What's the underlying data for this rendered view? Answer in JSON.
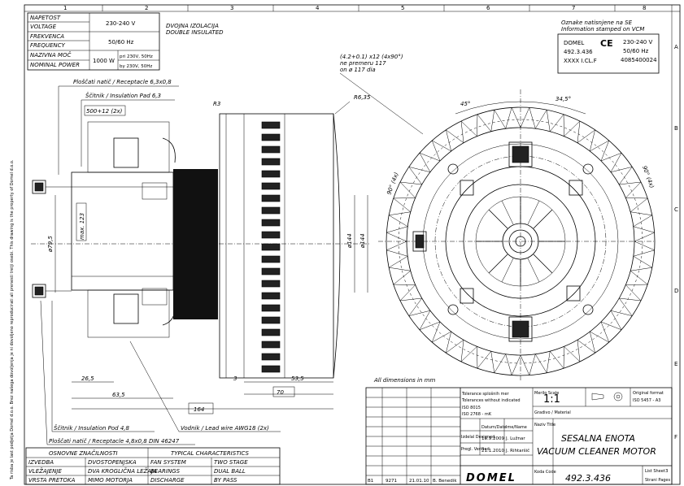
{
  "frame": {
    "columns": [
      "1",
      "2",
      "3",
      "4",
      "5",
      "6",
      "7",
      "8"
    ],
    "rows": [
      "A",
      "B",
      "C",
      "D",
      "E",
      "F"
    ]
  },
  "spec_table": {
    "rows": [
      {
        "label": "NAPETOST",
        "value": "230-240 V"
      },
      {
        "label": "VOLTAGE",
        "value": ""
      },
      {
        "label": "FREKVENCA",
        "value": "50/60 Hz"
      },
      {
        "label": "FREQUENCY",
        "value": ""
      },
      {
        "label": "NAZIVNA MOČ",
        "value": "1000 W"
      },
      {
        "label": "NOMINAL POWER",
        "value": ""
      }
    ],
    "power_notes": [
      "pri 230V, 50Hz",
      "by 230V, 50Hz"
    ]
  },
  "insulation": {
    "line1": "DVOJNA IZOLACIJA",
    "line2": "DOUBLE INSULATED"
  },
  "stamp": {
    "title1": "Oznake natisnjene na SE",
    "title2": "Information stamped on VCM",
    "brand": "DOMEL",
    "ce": "CE",
    "voltage": "230-240 V",
    "code": "492.3.436",
    "freq": "50/60 Hz",
    "serial": "XXXX I.CL.F",
    "number": "4085400024"
  },
  "notes": {
    "screws1": "(4.2+0.1) x12 (4x90°)",
    "screws2": "ne premeru 117",
    "screws3": "on ø 117 dia",
    "angle1": "45°",
    "angle2": "34,5°",
    "angle3": "90° (4x)",
    "angle4": "90° (4x)",
    "receptacle_top": "Ploščati natič / Receptacle 6,3x0,8",
    "insulation_pad_top": "Ščitnik / Insulation Pad 6,3",
    "dim_500": "500+12 (2x)",
    "dim_r3": "R3",
    "dim_r635": "R6,35",
    "dim_d795": "ø79,5",
    "dim_max123": "max. 123",
    "dim_d144a": "ø144",
    "dim_d144b": "ø144",
    "dim_265": "26,5",
    "dim_635": "63,5",
    "dim_3": "3",
    "dim_535": "53,5",
    "dim_70": "70",
    "dim_164": "164",
    "all_dims": "All dimensions in mm",
    "insulation_pad_bottom": "Ščitnik / Insulation Pod 4,8",
    "lead_wire": "Vodnik / Lead wire AWG18 (2x)",
    "receptacle_bottom": "Ploščati natič / Receptacle 4,8x0,8 DIN 46247",
    "side_note": "Ta risba je last podjetja Domel d.o.o. Brez našega dovoljenja je ni dovoljeno reproducirati ali prenesti tretji osebi. This drawing is the property of Domel d.o.o."
  },
  "characteristics": {
    "header_left": "OSNOVNE ZNAČILNOSTI",
    "header_right": "TYPICAL CHARACTERISTICS",
    "rows": [
      {
        "a": "IZVEDBA",
        "b": "DVOSTOPENJSKA",
        "c": "FAN SYSTEM",
        "d": "TWO STAGE"
      },
      {
        "a": "VLEŽAJENJE",
        "b": "DVA KROGLIČNA LEŽAJA",
        "c": "BEARINGS",
        "d": "DUAL BALL"
      },
      {
        "a": "VRSTA PRETOKA",
        "b": "MIMO MOTORJA",
        "c": "DISCHARGE",
        "d": "BY PASS"
      }
    ]
  },
  "title_block": {
    "scale_label": "Merilo Scale",
    "scale": "1:1",
    "format_label": "Original format",
    "format": "ISO 5457 - A3",
    "material_label": "Gradivo / Material",
    "tolerance1": "Tolerance splošnih mer",
    "tolerance2": "Tolerances without indicated",
    "iso1": "ISO 8015",
    "iso2": "ISO 2768 - mK",
    "date_label": "Datum/Date",
    "name_label": "Ime/Name",
    "designed_label": "Izdelal Designed",
    "designed_date": "18.9.2009",
    "designed_name": "J. Lužnar",
    "checked_label": "Pregl. Verified",
    "checked_date": "21.1.2010",
    "checked_name": "J. Rihtaršič",
    "title_label": "Naziv Title",
    "title_sl": "SESALNA ENOTA",
    "title_en": "VACUUM CLEANER MOTOR",
    "code_label": "Koda Code",
    "code": "492.3.436",
    "sheet_label": "List Sheet",
    "sheet": "3",
    "pages_label": "Strani Pages",
    "company": "DOMEL",
    "rev_letter": "B1",
    "rev_num": "9271",
    "rev_date": "21.01.10",
    "rev_name": "B. Benedik"
  }
}
